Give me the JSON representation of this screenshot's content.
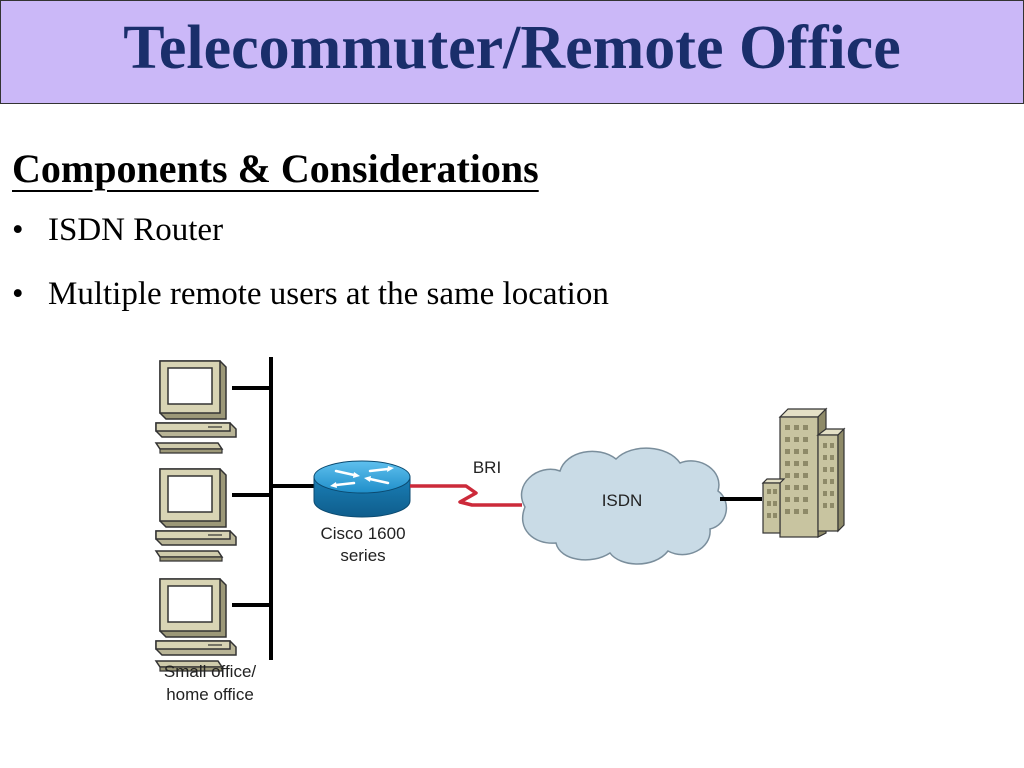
{
  "slide": {
    "title": "Telecommuter/Remote Office",
    "section_heading": "Components & Considerations",
    "bullets": [
      "ISDN Router",
      "Multiple remote users at the same location"
    ]
  },
  "diagram": {
    "router_label_line1": "Cisco 1600",
    "router_label_line2": "series",
    "link_label": "BRI",
    "cloud_label": "ISDN",
    "office_label_line1": "Small office/",
    "office_label_line2": "home office"
  },
  "colors": {
    "title_bar_bg": "#cbb8f8",
    "title_text": "#1a2e6b",
    "router_blue": "#1f8ec9",
    "cloud_fill": "#c9dbe6",
    "link_red": "#cc2a3a",
    "building_fill": "#c8c4a0"
  }
}
